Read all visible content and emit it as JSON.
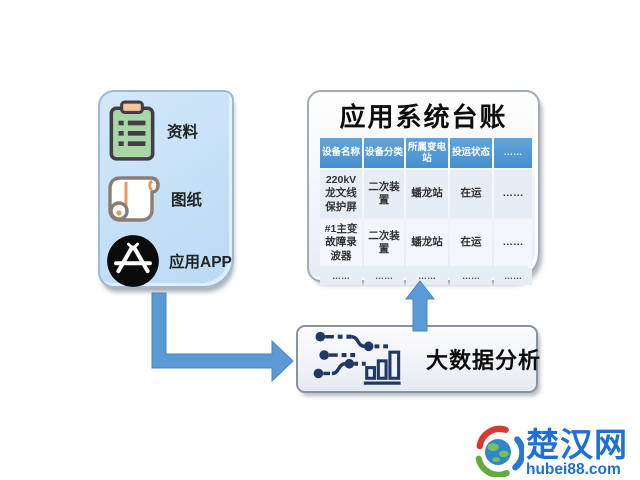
{
  "left_panel": {
    "items": [
      {
        "label": "资料",
        "icon": "clipboard-icon"
      },
      {
        "label": "图纸",
        "icon": "blueprint-scroll-icon"
      },
      {
        "label": "应用APP",
        "icon": "appstore-icon"
      }
    ]
  },
  "ledger_panel": {
    "title": "应用系统台账",
    "table": {
      "headers": [
        "设备名称",
        "设备分类",
        "所属变电站",
        "投运状态",
        "……"
      ],
      "rows": [
        [
          "220kV龙文线保护屏",
          "二次装置",
          "蟠龙站",
          "在运",
          "……"
        ],
        [
          "#1主变故障录波器",
          "二次装置",
          "蟠龙站",
          "在运",
          "……"
        ],
        [
          "……",
          "……",
          "……",
          "……",
          "……"
        ]
      ]
    }
  },
  "analysis_box": {
    "label": "大数据分析",
    "icon": "circuit-chart-icon"
  },
  "logo": {
    "brand": "楚汉网",
    "domain": "hubei88.com"
  },
  "colors": {
    "arrow": "#5b9bd5",
    "table_header_bg": "#4d96d5",
    "left_panel_bg": "#c5e0f6",
    "circuit_icon": "#1f3864",
    "logo_blue": "#1e6fd6"
  }
}
